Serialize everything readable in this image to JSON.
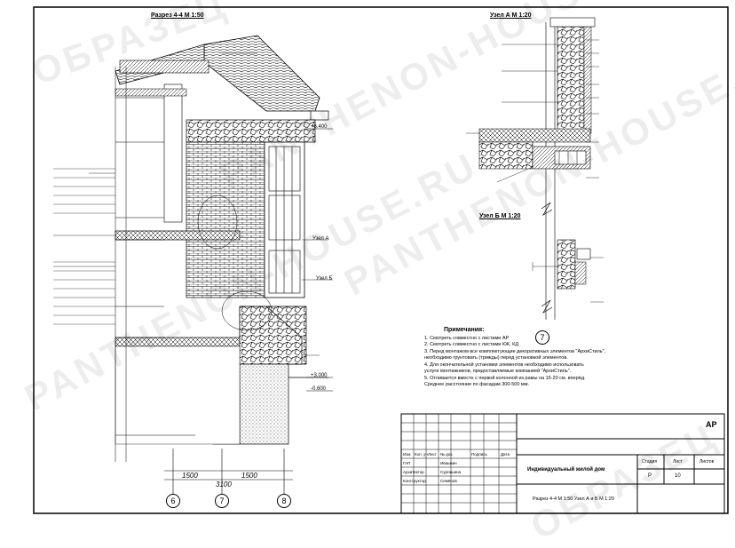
{
  "section": {
    "title": "Разрез 4-4  М 1:50",
    "label_a": "Узел А",
    "label_b": "Узел Б",
    "dims": [
      "1500",
      "1500",
      "3100"
    ],
    "axes": [
      "6",
      "7",
      "8"
    ],
    "elev_right": [
      "+6.400",
      "+3.000",
      "-0.600"
    ]
  },
  "node_a": {
    "title": "Узел А  М 1:20"
  },
  "node_b": {
    "title": "Узел Б  М 1:20"
  },
  "node_circle": "7",
  "notes": {
    "heading": "Примечания:",
    "items": [
      "1. Смотреть совместно с листами АР",
      "2. Смотреть совместно с листами КЖ, КД",
      "3. Перед монтажом все комплектующие декоративных элементов \"АрхиСтиль\",",
      "   необходимо грунтовать (трижды) перед установкой элементов.",
      "4. Для окончательной установки элементов необходимо использовать",
      "   услуги монтажников, предоставляемые компанией \"АрхиСтиль\".",
      "5. Отливается вместе с первой колонной из рамы на 15-20 см. вперёд.",
      "   Среднее расстояние по фасадам 300-500 мм."
    ]
  },
  "stamp": {
    "code": "АР",
    "project_name": "Индивидуальный жилой дом",
    "sheet_title": "Разрез 4-4 М 1:50  Узел А и Б М 1:20",
    "col_headers": [
      "Изм.",
      "Кол. уч",
      "Лист",
      "№ док.",
      "Подпись",
      "Дата"
    ],
    "roles": [
      "ГАП",
      "Архитектор",
      "Конструктор"
    ],
    "names": [
      "Ивашкин",
      "Сургашина",
      "Семёнов"
    ],
    "stage_headers": [
      "Стадия",
      "Лист",
      "Листов"
    ],
    "stage_values": [
      "Р",
      "10",
      ""
    ]
  },
  "watermarks": [
    "ОБРАЗЕЦ",
    "PANTHENON-HOUSE.RU",
    "PANTHENON-HOUSE.RU",
    "PANTHENON-HOUSE.RU",
    "ОБРАЗЕЦ"
  ]
}
